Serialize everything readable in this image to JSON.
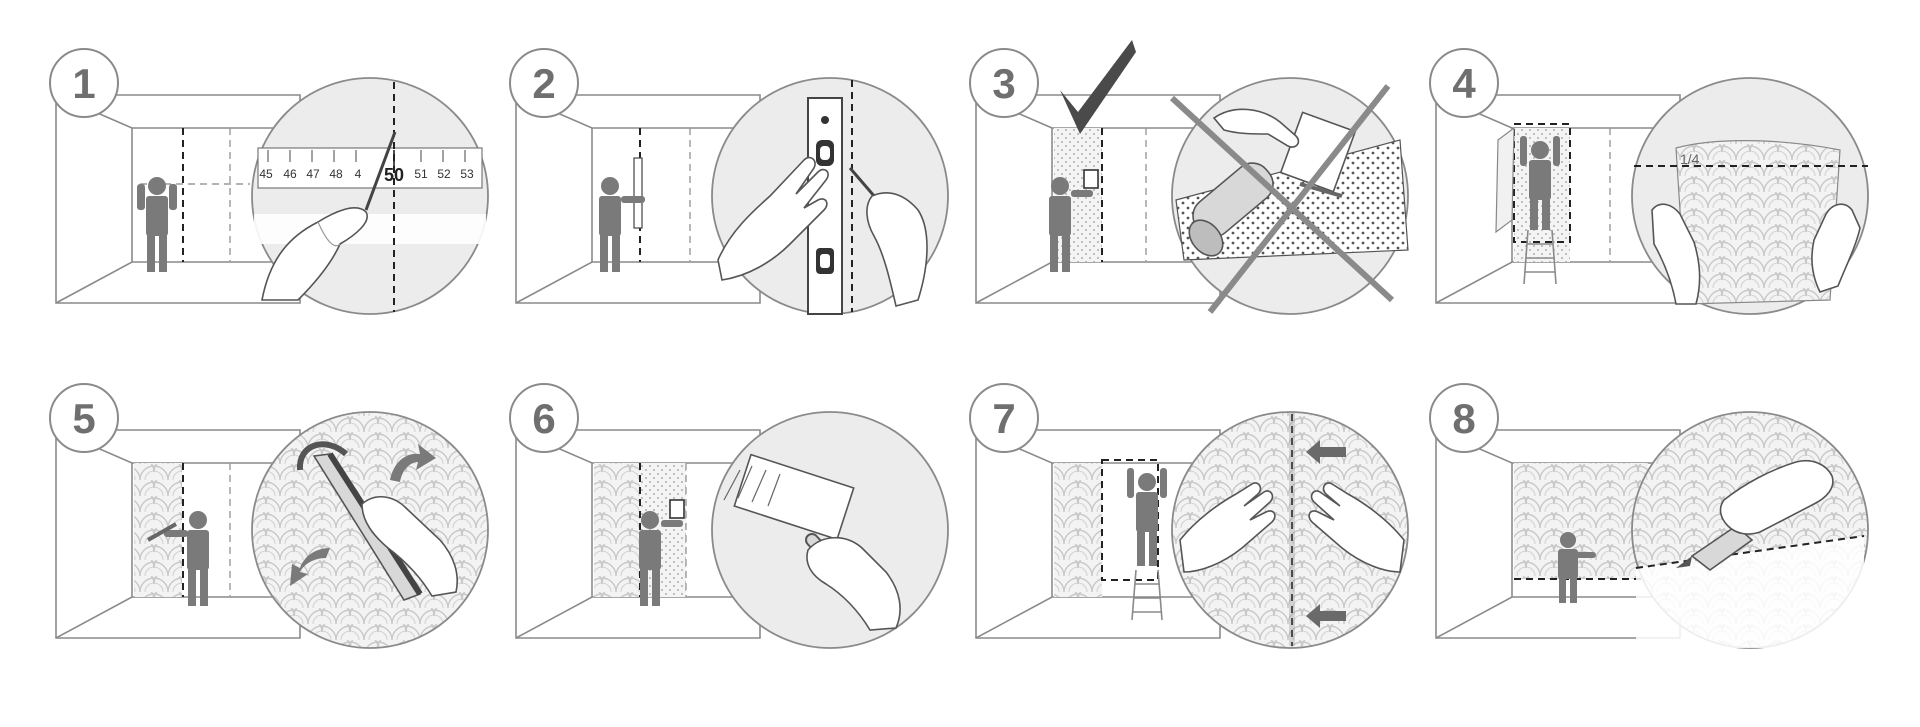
{
  "steps": [
    {
      "number": "1"
    },
    {
      "number": "2"
    },
    {
      "number": "3"
    },
    {
      "number": "4"
    },
    {
      "number": "5"
    },
    {
      "number": "6"
    },
    {
      "number": "7"
    },
    {
      "number": "8"
    }
  ],
  "ruler": {
    "ticks": [
      "45",
      "46",
      "47",
      "48",
      "4",
      "50",
      "51",
      "52",
      "53"
    ]
  },
  "step4": {
    "fraction": "1/4"
  },
  "colors": {
    "outline": "#8a8a8a",
    "figure": "#7a7a7a",
    "background": "#ffffff",
    "circle_fill": "#ececec",
    "dash": "#222222"
  },
  "icons": [
    "check-mark-icon",
    "cross-icon",
    "arrow-curve-icon",
    "arrow-left-icon"
  ]
}
